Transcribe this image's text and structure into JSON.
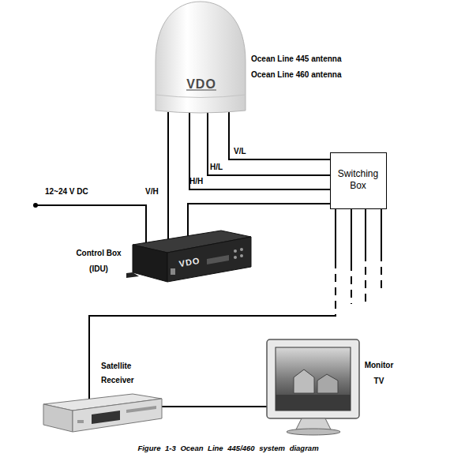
{
  "diagram": {
    "caption": "Figure 1-3 Ocean Line 445/460 system diagram",
    "nodes": [
      {
        "text": [
          "VDO",
          "Ocean Line 445 antenna",
          "Ocean Line 460 antenna"
        ]
      },
      {
        "text": [
          "Switching Box"
        ]
      },
      {
        "text": [
          "VDO",
          "Control Box (IDU)"
        ]
      },
      {
        "text": [
          "Satellite Receiver"
        ]
      },
      {
        "text": [
          "Monitor TV"
        ]
      }
    ],
    "edges": [
      {
        "from": 0,
        "to": 2,
        "arrow": "none",
        "label": "V/H"
      },
      {
        "from": 0,
        "to": 1,
        "arrow": "none",
        "label": "V/L"
      },
      {
        "from": 0,
        "to": 1,
        "arrow": "none",
        "label": "H/L"
      },
      {
        "from": 0,
        "to": 1,
        "arrow": "none",
        "label": "H/H"
      },
      {
        "from": 1,
        "to": 2,
        "arrow": "none"
      },
      {
        "from": 1,
        "to": 3,
        "arrow": "none"
      },
      {
        "from": 3,
        "to": 4,
        "arrow": "none"
      }
    ],
    "labels": [
      "12~24 V DC"
    ]
  }
}
